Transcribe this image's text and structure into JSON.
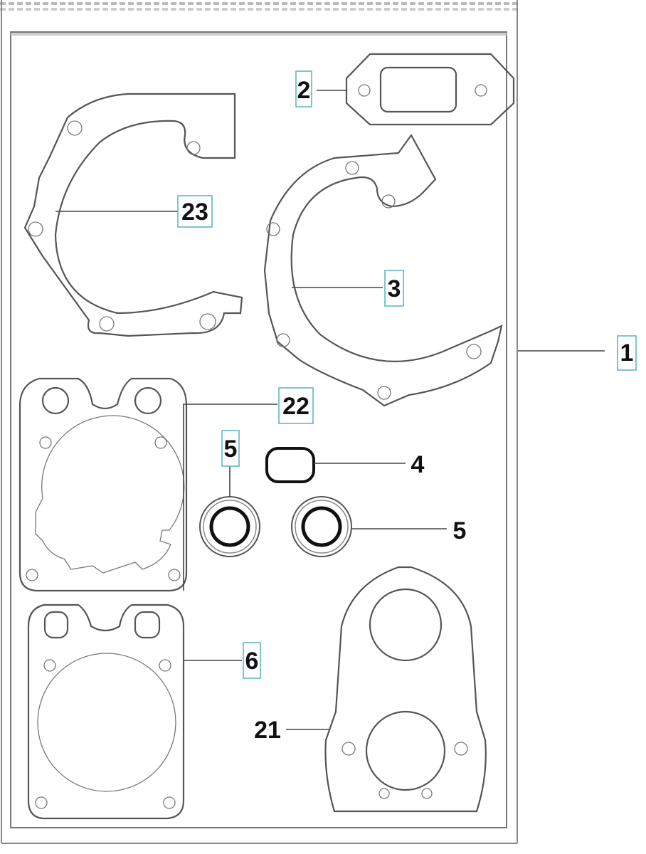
{
  "diagram": {
    "title": "Gasket kit exploded parts view",
    "callouts": [
      {
        "id": "2",
        "text": "2",
        "boxed": true
      },
      {
        "id": "23",
        "text": "23",
        "boxed": true
      },
      {
        "id": "3",
        "text": "3",
        "boxed": true
      },
      {
        "id": "1",
        "text": "1",
        "boxed": true
      },
      {
        "id": "22",
        "text": "22",
        "boxed": true
      },
      {
        "id": "5a",
        "text": "5",
        "boxed": true
      },
      {
        "id": "4",
        "text": "4",
        "boxed": false
      },
      {
        "id": "5b",
        "text": "5",
        "boxed": false
      },
      {
        "id": "6",
        "text": "6",
        "boxed": true
      },
      {
        "id": "21",
        "text": "21",
        "boxed": false
      }
    ],
    "colors": {
      "callout_box": "#5fb7c2",
      "line": "#555555"
    }
  }
}
